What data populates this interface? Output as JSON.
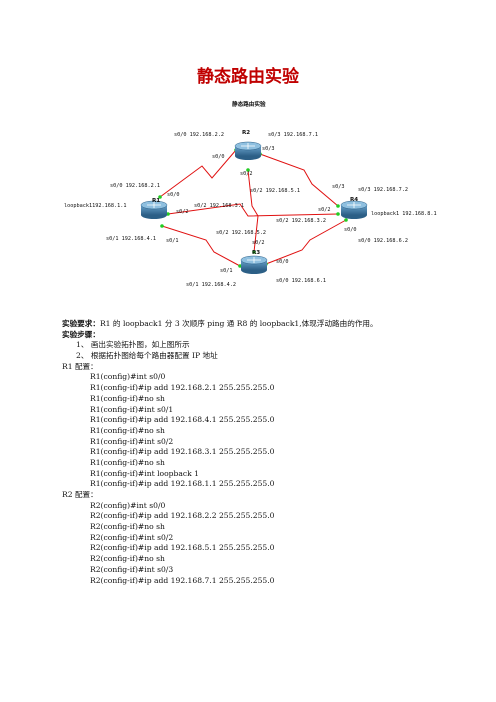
{
  "doc": {
    "title": "静态路由实验",
    "requirement_label": "实验要求：",
    "requirement_text": "R1 的 loopback1 分 3 次顺序 ping 通 R8 的 loopback1,体现浮动路由的作用。",
    "steps_label": "实验步骤：",
    "step1": "1、 画出实验拓扑图，如上图所示",
    "step2": "2、 根据拓扑图给每个路由器配置 IP 地址",
    "r1_label": "R1 配置：",
    "r1_cmds": [
      "R1(config)#int s0/0",
      "R1(config-if)#ip add 192.168.2.1 255.255.255.0",
      "R1(config-if)#no sh",
      "R1(config-if)#int s0/1",
      "R1(config-if)#ip add 192.168.4.1 255.255.255.0",
      "R1(config-if)#no sh",
      "R1(config-if)#int s0/2",
      "R1(config-if)#ip add 192.168.3.1 255.255.255.0",
      "R1(config-if)#no sh",
      "R1(config-if)#int loopback 1",
      "R1(config-if)#ip add 192.168.1.1 255.255.255.0"
    ],
    "r2_label": "R2 配置：",
    "r2_cmds": [
      "R2(config)#int s0/0",
      "R2(config-if)#ip add 192.168.2.2 255.255.255.0",
      "R2(config-if)#no sh",
      "R2(config-if)#int s0/2",
      "R2(config-if)#ip add 192.168.5.1 255.255.255.0",
      "R2(config-if)#no sh",
      "R2(config-if)#int s0/3",
      "R2(config-if)#ip add 192.168.7.1 255.255.255.0"
    ]
  },
  "topology": {
    "title": "静态路由实验",
    "routers": {
      "r1": "R1",
      "r2": "R2",
      "r3": "R3",
      "r4": "R4"
    },
    "labels": {
      "r2_s00": "s0/0 192.168.2.2",
      "r2_s00_short": "s0/0",
      "r2_s03": "s0/3 192.168.7.1",
      "r2_s03_short": "s0/3",
      "r2_s02_short": "s0/2",
      "r2_s02": "s0/2 192.168.5.1",
      "r1_s00": "s0/0 192.168.2.1",
      "r1_s00_short": "s0/0",
      "r1_loopback": "loopback1192.168.1.1",
      "r1_s02_short": "s0/2",
      "r1_s02": "s0/2 192.168.3.1",
      "r1_s01_short": "s0/1",
      "r1_s01": "s0/1 192.168.4.1",
      "r4_s03_short": "s0/3",
      "r4_s03": "s0/3 192.168.7.2",
      "r4_s02_short": "s0/2",
      "r4_s02": "s0/2 192.168.3.2",
      "r4_loopback": "loopback1 192.168.8.1",
      "r4_s00_short": "s0/0",
      "r4_s00": "s0/0 192.168.6.2",
      "r3_s02": "s0/2 192.168.5.2",
      "r3_s02_short": "s0/2",
      "r3_s00_short": "s0/0",
      "r3_s00": "s0/0 192.168.6.1",
      "r3_s01_short": "s0/1",
      "r3_s01": "s0/1 192.168.4.2"
    },
    "colors": {
      "link": "#e01010",
      "port": "#22cc22",
      "router": "#3b7aa8"
    }
  }
}
